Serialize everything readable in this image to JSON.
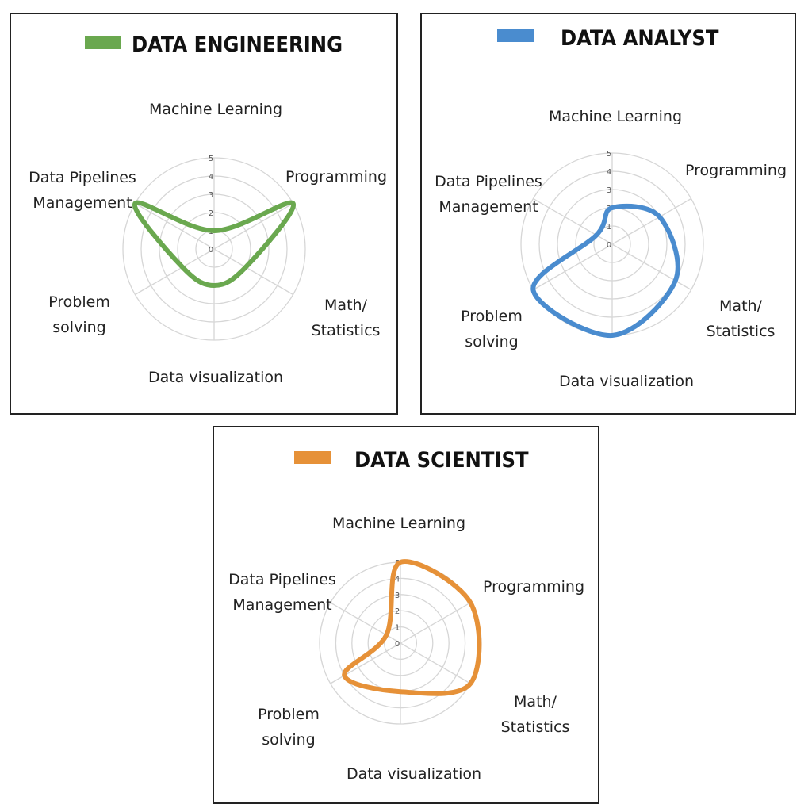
{
  "chart_data": [
    {
      "type": "radar",
      "title": "DATA ENGINEERING",
      "color": "#6aa84f",
      "categories": [
        "Machine Learning",
        "Programming",
        "Math/ Statistics",
        "Data visualization",
        "Problem solving",
        "Data Pipelines Management"
      ],
      "label_lines": [
        [
          "Machine Learning"
        ],
        [
          "Programming"
        ],
        [
          "Math/",
          "Statistics"
        ],
        [
          "Data visualization"
        ],
        [
          "Problem",
          "solving"
        ],
        [
          "Data Pipelines",
          "Management"
        ]
      ],
      "values": [
        1,
        5,
        2,
        2,
        2,
        5
      ],
      "ticks": [
        "0",
        "1",
        "2",
        "3",
        "4",
        "5"
      ],
      "rlim": [
        0,
        5
      ]
    },
    {
      "type": "radar",
      "title": "DATA ANALYST",
      "color": "#4a8ccf",
      "categories": [
        "Machine Learning",
        "Programming",
        "Math/ Statistics",
        "Data visualization",
        "Problem solving",
        "Data Pipelines Management"
      ],
      "label_lines": [
        [
          "Machine Learning"
        ],
        [
          "Programming"
        ],
        [
          "Math/",
          "Statistics"
        ],
        [
          "Data visualization"
        ],
        [
          "Problem",
          "solving"
        ],
        [
          "Data Pipelines",
          "Management"
        ]
      ],
      "values": [
        2,
        3,
        4,
        5,
        5,
        1
      ],
      "ticks": [
        "0",
        "1",
        "2",
        "3",
        "4",
        "5"
      ],
      "rlim": [
        0,
        5
      ]
    },
    {
      "type": "radar",
      "title": "DATA SCIENTIST",
      "color": "#e69138",
      "categories": [
        "Machine Learning",
        "Programming",
        "Math/ Statistics",
        "Data visualization",
        "Problem solving",
        "Data Pipelines Management"
      ],
      "label_lines": [
        [
          "Machine Learning"
        ],
        [
          "Programming"
        ],
        [
          "Math/",
          "Statistics"
        ],
        [
          "Data visualization"
        ],
        [
          "Problem",
          "solving"
        ],
        [
          "Data Pipelines",
          "Management"
        ]
      ],
      "values": [
        5,
        5,
        5,
        3,
        4,
        1
      ],
      "ticks": [
        "0",
        "1",
        "2",
        "3",
        "4",
        "5"
      ],
      "rlim": [
        0,
        5
      ]
    }
  ]
}
